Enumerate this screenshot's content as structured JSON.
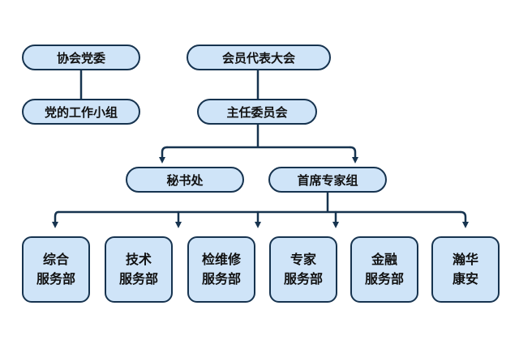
{
  "nodes": {
    "party_committee": "协会党委",
    "party_group": "党的工作小组",
    "member_congress": "会员代表大会",
    "director_committee": "主任委员会",
    "secretariat": "秘书处",
    "expert_group": "首席专家组",
    "dept_comprehensive": [
      "综合",
      "服务部"
    ],
    "dept_technical": [
      "技术",
      "服务部"
    ],
    "dept_maintenance": [
      "检维修",
      "服务部"
    ],
    "dept_expert": [
      "专家",
      "服务部"
    ],
    "dept_finance": [
      "金融",
      "服务部"
    ],
    "dept_hanhua": [
      "瀚华",
      "康安"
    ]
  },
  "colors": {
    "node_fill": "#cfe4f8",
    "node_border": "#16334f",
    "connector": "#16334f",
    "text": "#111111"
  }
}
